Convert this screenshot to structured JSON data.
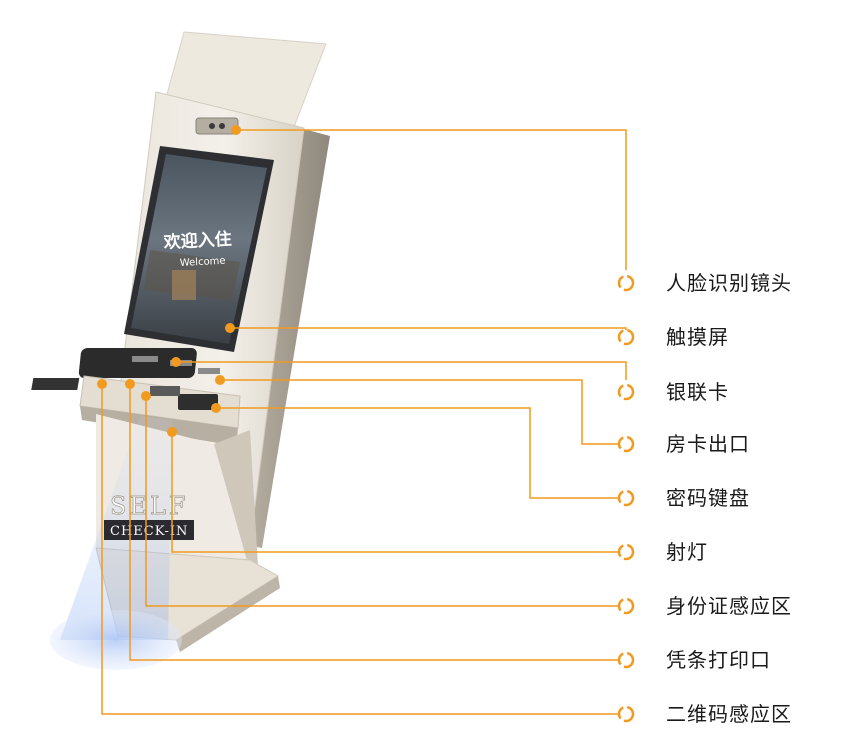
{
  "accent_color": "#f29a1f",
  "kiosk": {
    "screen_title": "欢迎入住",
    "screen_subtitle": "Welcome",
    "front_panel_top": "SELF",
    "front_panel_bottom": "CHECK-IN"
  },
  "callouts": [
    {
      "label": "人脸识别镜头",
      "icon": "ring-marker-icon"
    },
    {
      "label": "触摸屏",
      "icon": "ring-marker-icon"
    },
    {
      "label": "银联卡",
      "icon": "ring-marker-icon"
    },
    {
      "label": "房卡出口",
      "icon": "ring-marker-icon"
    },
    {
      "label": "密码键盘",
      "icon": "ring-marker-icon"
    },
    {
      "label": "射灯",
      "icon": "ring-marker-icon"
    },
    {
      "label": "身份证感应区",
      "icon": "ring-marker-icon"
    },
    {
      "label": "凭条打印口",
      "icon": "ring-marker-icon"
    },
    {
      "label": "二维码感应区",
      "icon": "ring-marker-icon"
    }
  ]
}
